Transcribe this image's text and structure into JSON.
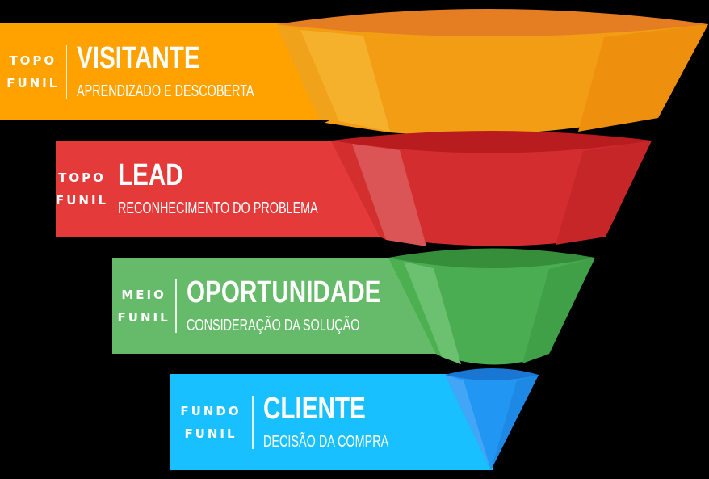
{
  "funnel": {
    "stages": [
      {
        "tag_line1": "TOPO",
        "tag_line2": "FUNIL",
        "title": "VISITANTE",
        "subtitle": "APRENDIZADO E DESCOBERTA",
        "bar_color": "#FFA200",
        "funnel_color": "#F29D13"
      },
      {
        "tag_line1": "TOPO",
        "tag_line2": "FUNIL",
        "title": "LEAD",
        "subtitle": "RECONHECIMENTO DO PROBLEMA",
        "bar_color": "#E53A3A",
        "funnel_color": "#D32D2F"
      },
      {
        "tag_line1": "MEIO",
        "tag_line2": "FUNIL",
        "title": "OPORTUNIDADE",
        "subtitle": "CONSIDERAÇÃO DA SOLUÇÃO",
        "bar_color": "#66BB6A",
        "funnel_color": "#4AAD52"
      },
      {
        "tag_line1": "FUNDO",
        "tag_line2": "FUNIL",
        "title": "CLIENTE",
        "subtitle": "DECISÃO DA COMPRA",
        "bar_color": "#18C0FF",
        "funnel_color": "#2196F3"
      }
    ]
  }
}
